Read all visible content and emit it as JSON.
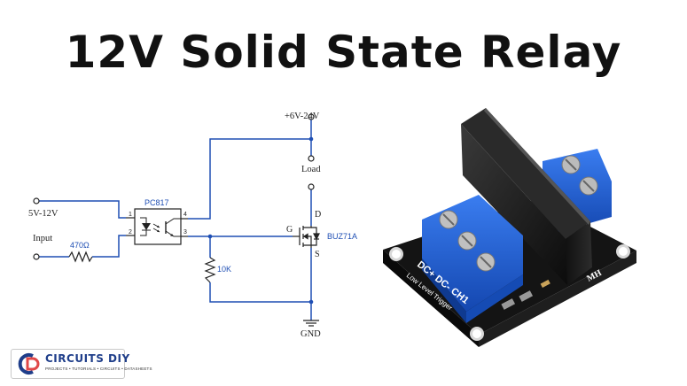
{
  "title": "12V Solid State Relay",
  "schematic": {
    "supply_label": "+6V-24V",
    "load_label": "Load",
    "input_voltage_label": "5V-12V",
    "input_label": "Input",
    "resistor_label": "470Ω",
    "optocoupler_label": "PC817",
    "pin1": "1",
    "pin2": "2",
    "pin3": "3",
    "pin4": "4",
    "gate_label": "G",
    "drain_label": "D",
    "source_label": "S",
    "mosfet_label": "BUZ71A",
    "pulldown_label": "10K",
    "ground_label": "GND"
  },
  "module": {
    "label_dc_plus": "DC+",
    "label_dc_minus": "DC-",
    "label_ch1": "CH1",
    "label_trigger": "Low Level Trigger",
    "label_mh": "MH"
  },
  "logo": {
    "name": "CIRCUITS DIY",
    "tagline": "PROJECTS • TUTORIALS • CIRCUITS • DATASHEETS"
  },
  "colors": {
    "wire": "#1f4fb4",
    "component": "#222222",
    "terminal_blue": "#1e5fd6",
    "relay_body": "#1a1a1a",
    "logo_blue": "#1f3e8a"
  }
}
